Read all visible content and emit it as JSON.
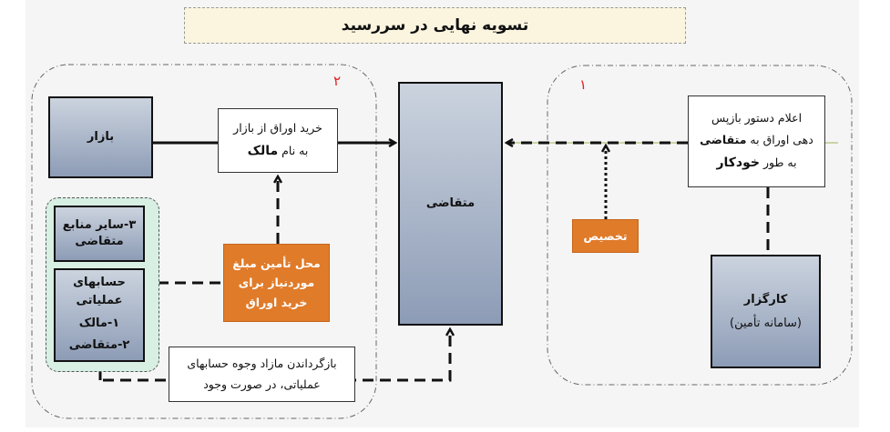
{
  "title": "تسویه نهایی در سررسید",
  "regions": {
    "r1_label": "۱",
    "r2_label": "۲"
  },
  "boxes": {
    "market": "بازار",
    "buy_line1": "خرید اوراق از بازار",
    "buy_line2_prefix": "به نام",
    "buy_line2_bold": "مالک",
    "applicant": "متقاضی",
    "other_sources": "۳-سایر منابع متقاضی",
    "operational_accounts": "حسابهای عملیاتی",
    "owner": "۱-مالک",
    "applicant_item": "۲-متقاضی",
    "funding_source": "محل تأمین مبلغ موردنیاز برای خرید اوراق",
    "refund": "بازگرداندن مازاد وجوه حسابهای عملیاتی، در صورت وجود",
    "announce_line1": "اعلام دستور بازپس",
    "announce_line2_prefix": "دهی اوراق به",
    "announce_line2_bold": "متقاضی",
    "announce_line3_prefix": "به طور",
    "announce_line3_bold": "خودکار",
    "allocation": "تخصیص",
    "broker": "کارگزار",
    "broker_sub": "(سامانه تأمین)"
  },
  "colors": {
    "orange": "#e07b2a",
    "red_label": "#e02020",
    "green_group": "#d8efe4"
  }
}
